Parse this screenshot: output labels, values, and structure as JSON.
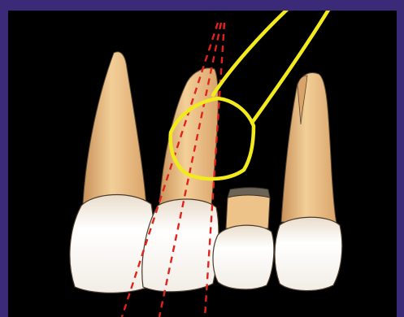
{
  "diagram": {
    "colors": {
      "frame": "#3b2a78",
      "background": "#000000",
      "root": "#e2b27a",
      "root_highlight": "#f5d4a2",
      "crown": "#f4f1ec",
      "outline": "#4a3a2a",
      "guide_lines": "#e0231c",
      "instrument": "#f2ea1c",
      "prepared_surface": "#6b6356"
    },
    "elements": [
      {
        "name": "central-incisor",
        "kind": "tooth"
      },
      {
        "name": "lateral-incisor",
        "kind": "tooth",
        "note_lines": "dashed-axis-lines"
      },
      {
        "name": "prepared-canine",
        "kind": "tooth-stump"
      },
      {
        "name": "first-premolar",
        "kind": "tooth"
      },
      {
        "name": "forceps-outline",
        "kind": "instrument"
      }
    ]
  }
}
